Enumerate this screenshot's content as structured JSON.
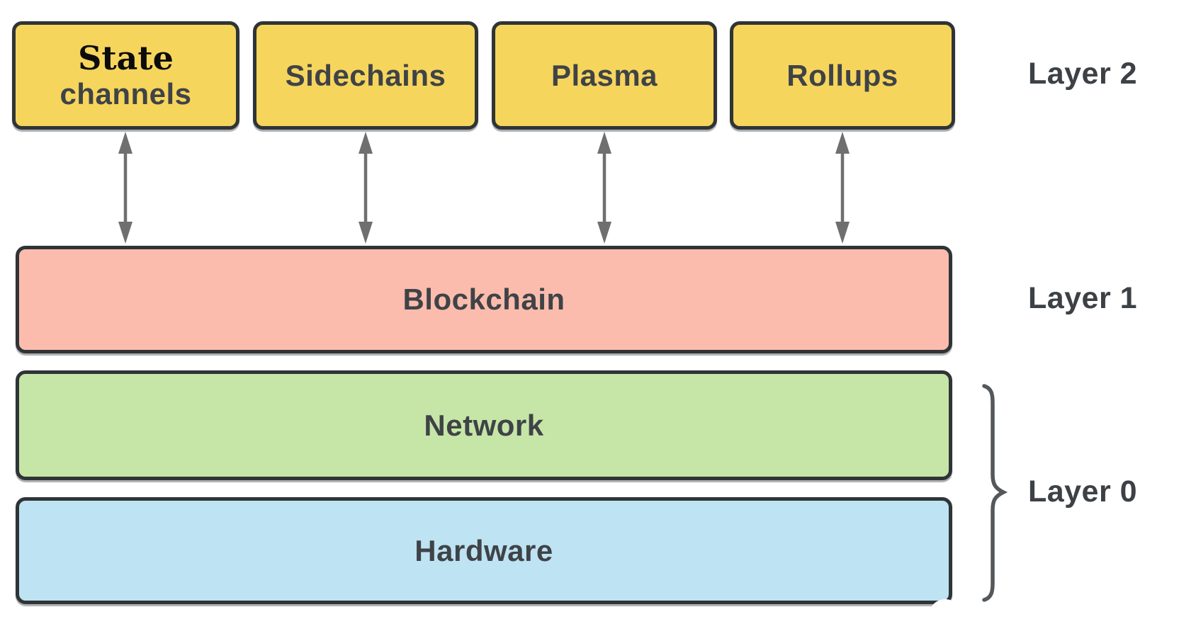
{
  "labels": {
    "layer2": "Layer 2",
    "layer1": "Layer 1",
    "layer0": "Layer 0"
  },
  "nodes": {
    "layer2": [
      {
        "word_serif": "State",
        "word_rest": "channels",
        "full": "State channels"
      },
      {
        "label": "Sidechains"
      },
      {
        "label": "Plasma"
      },
      {
        "label": "Rollups"
      }
    ],
    "layer1": {
      "label": "Blockchain"
    },
    "layer0": [
      {
        "label": "Network"
      },
      {
        "label": "Hardware"
      }
    ]
  },
  "connections": [
    {
      "from": "State channels",
      "to": "Blockchain",
      "type": "bidirectional-arrow"
    },
    {
      "from": "Sidechains",
      "to": "Blockchain",
      "type": "bidirectional-arrow"
    },
    {
      "from": "Plasma",
      "to": "Blockchain",
      "type": "bidirectional-arrow"
    },
    {
      "from": "Rollups",
      "to": "Blockchain",
      "type": "bidirectional-arrow"
    }
  ],
  "grouping": {
    "brace_members": [
      "Network",
      "Hardware"
    ],
    "brace_label": "Layer 0"
  },
  "colors": {
    "layer2_fill": "#F6D55C",
    "layer1_fill": "#FCBCAD",
    "network_fill": "#C6E6A7",
    "hardware_fill": "#BEE3F3",
    "stroke": "#2F3437",
    "arrow": "#6F6F6F",
    "node_text": "#3F4347",
    "layer_label_text": "#3D4145",
    "background": "#FFFFFF"
  }
}
